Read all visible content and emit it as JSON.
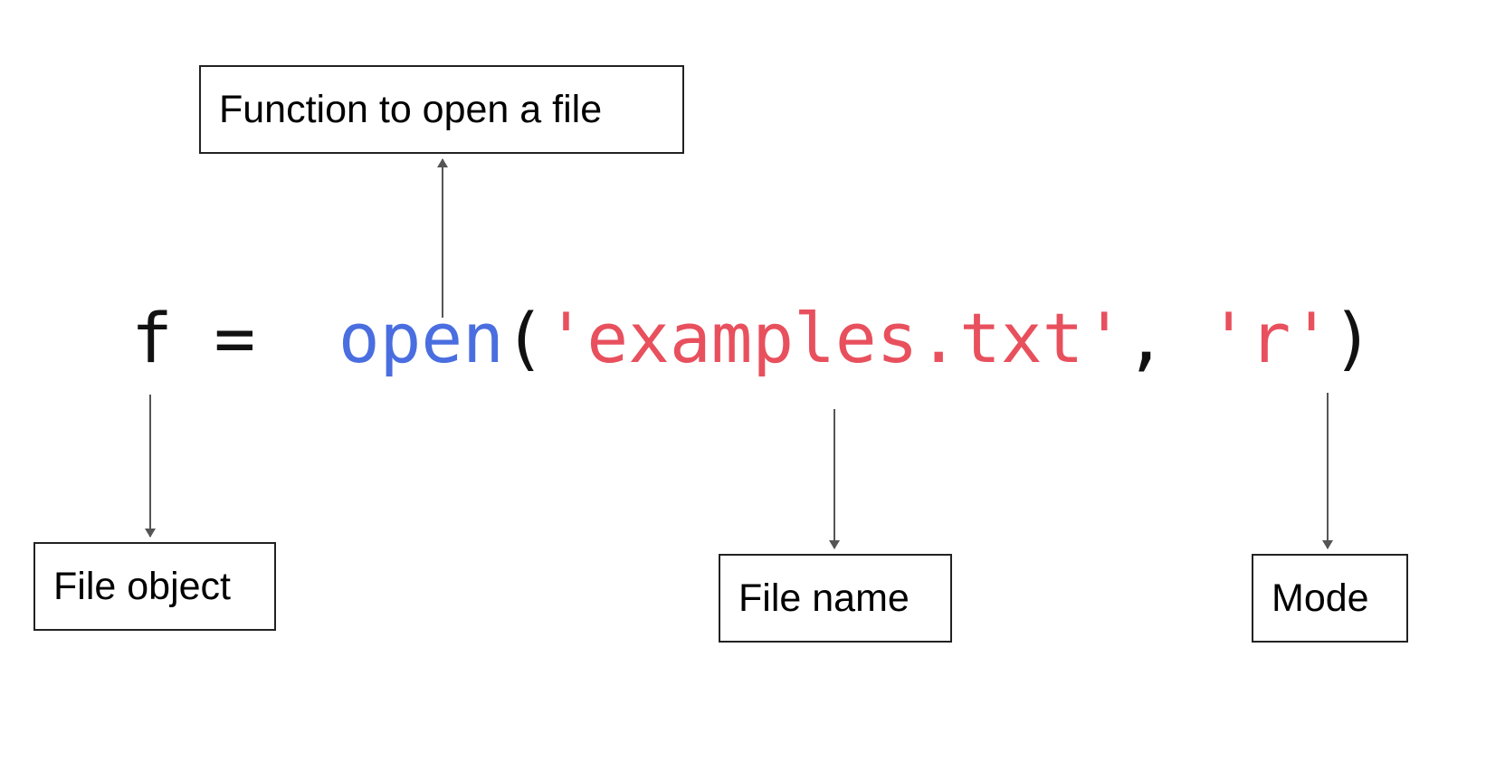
{
  "code": {
    "variable": "f",
    "assign": " = ",
    "gap": " ",
    "function": "open",
    "paren_open": "(",
    "filename_arg": "'examples.txt'",
    "comma": ", ",
    "mode_arg": "'r'",
    "paren_close": ")"
  },
  "labels": {
    "function": "Function to open a file",
    "file_object": "File object",
    "file_name": "File name",
    "mode": "Mode"
  },
  "colors": {
    "function": "#4a6ee0",
    "string": "#e8505d",
    "text": "#111111",
    "arrow": "#555555"
  }
}
